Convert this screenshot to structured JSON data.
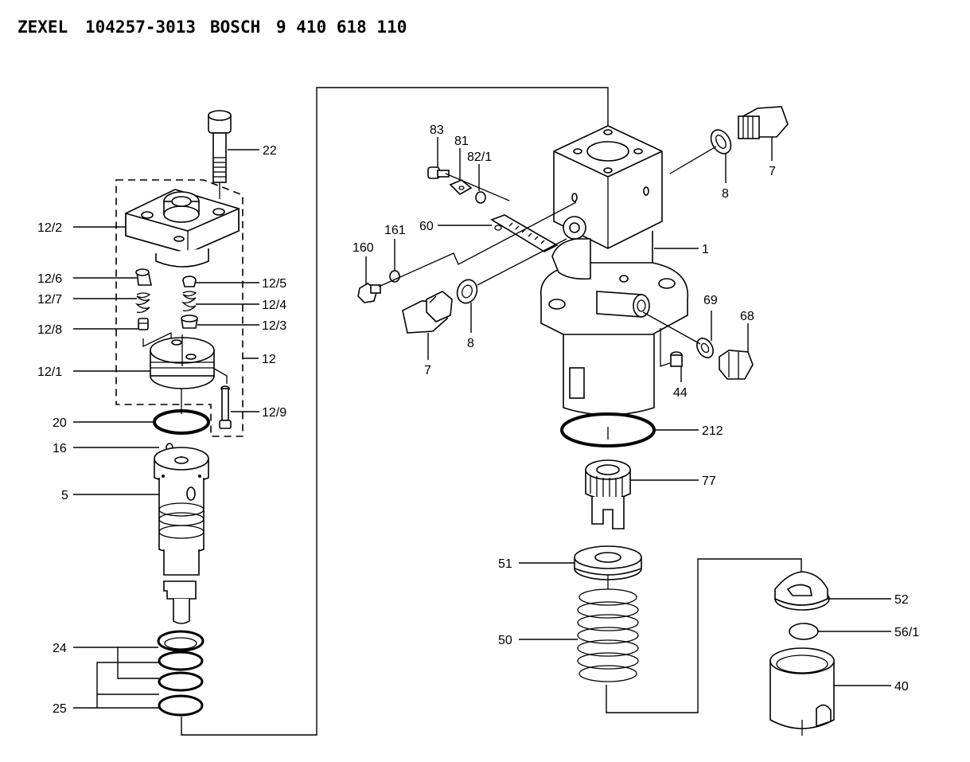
{
  "header": {
    "brand1": "ZEXEL",
    "part_no": "104257-3013",
    "brand2": "BOSCH",
    "bosch_no": "9 410 618 110"
  },
  "callouts": {
    "c1": "1",
    "c5": "5",
    "c7a": "7",
    "c7b": "7",
    "c8a": "8",
    "c8b": "8",
    "c12": "12",
    "c12_1": "12/1",
    "c12_2": "12/2",
    "c12_3": "12/3",
    "c12_4": "12/4",
    "c12_5": "12/5",
    "c12_6": "12/6",
    "c12_7": "12/7",
    "c12_8": "12/8",
    "c12_9": "12/9",
    "c16": "16",
    "c20": "20",
    "c22": "22",
    "c24": "24",
    "c25": "25",
    "c40": "40",
    "c44": "44",
    "c50": "50",
    "c51": "51",
    "c52": "52",
    "c56_1": "56/1",
    "c60": "60",
    "c68": "68",
    "c69": "69",
    "c77": "77",
    "c81": "81",
    "c82_1": "82/1",
    "c83": "83",
    "c160": "160",
    "c161": "161",
    "c212": "212"
  }
}
